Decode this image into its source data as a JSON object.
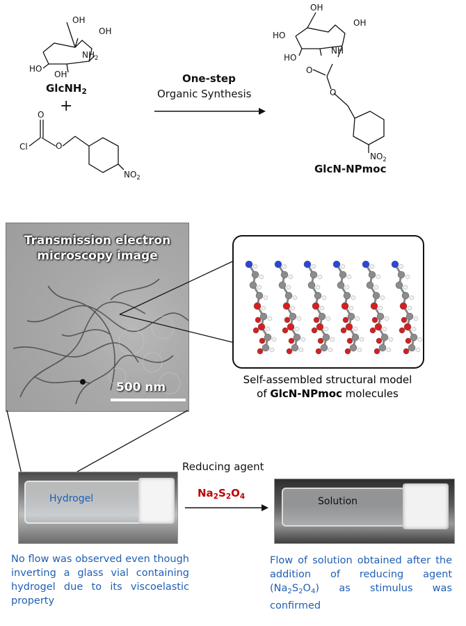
{
  "reaction": {
    "reactant1": {
      "name": "GlcNH",
      "sub": "2",
      "oh_top": "OH",
      "oh_right": "OH",
      "nh2": "NH",
      "nh2_sub": "2",
      "ho_left": "HO",
      "oh_bottom": "OH"
    },
    "plus": "+",
    "reactant2": {
      "cl": "Cl",
      "o_top": "O",
      "o_mid": "O",
      "no2": "NO",
      "no2_sub": "2"
    },
    "arrow_top": "One-step",
    "arrow_bottom": "Organic Synthesis",
    "product": {
      "name": "GlcN-NPmoc",
      "oh_top": "OH",
      "ho": "HO",
      "oh_right": "OH",
      "oh_left": "HO",
      "nh": "NH",
      "o_carbonyl": "O",
      "o_ester": "O",
      "no2": "NO",
      "no2_sub": "2"
    }
  },
  "tem": {
    "title_line1": "Transmission electron",
    "title_line2": "microscopy image",
    "scale": "500 nm"
  },
  "model": {
    "caption_line1": "Self-assembled structural model",
    "caption_line2_prefix": "of ",
    "caption_line2_bold": "GlcN-NPmoc",
    "caption_line2_suffix": " molecules"
  },
  "stimulus": {
    "label": "Reducing agent",
    "reagent": {
      "a": "Na",
      "a_sub": "2",
      "b": "S",
      "b_sub": "2",
      "c": "O",
      "c_sub": "4"
    }
  },
  "vials": {
    "hydrogel_label": "Hydrogel",
    "solution_label": "Solution"
  },
  "descriptions": {
    "left": "No flow was observed even though inverting a glass vial containing hydrogel due to its viscoelastic property",
    "right_part1": "Flow of solution obtained after the addition of reducing agent (Na",
    "right_sub1": "2",
    "right_part2": "S",
    "right_sub2": "2",
    "right_part3": "O",
    "right_sub3": "4",
    "right_part4": ") as stimulus was confirmed"
  },
  "colors": {
    "blue_text": "#1f5fb4",
    "reagent_red": "#c00000"
  }
}
